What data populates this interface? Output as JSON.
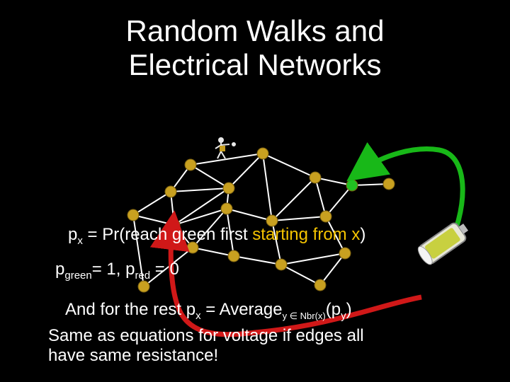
{
  "title": {
    "line1": "Random Walks and",
    "line2": "Electrical Networks"
  },
  "colors": {
    "background": "#000000",
    "node": "#c8a020",
    "green_node": "#22c022",
    "red_node": "#d01818",
    "green_arrow": "#18b818",
    "red_arrow": "#d01818",
    "text": "#ffffff",
    "highlight": "#f5c400"
  },
  "icons": [
    "walker-figure-icon",
    "battery-icon"
  ],
  "text": {
    "p_x_def": {
      "p": "p",
      "x_sub": "x",
      "eq": " = Pr(reach green first ",
      "highlight": "starting from x",
      "close": ")"
    },
    "boundary": {
      "p1": "p",
      "green_sub": "green",
      "mid": "= 1, p",
      "red_sub": "red",
      "end": " = 0"
    },
    "rest": {
      "lead": "And for the rest p",
      "x_sub": "x",
      "mid": " = Average",
      "y_sub": "y ∈ Nbr(x)",
      "end": "(p",
      "y_sub2": "y",
      "close": ")"
    },
    "conclusion_line1": "Same as equations for voltage if edges all",
    "conclusion_line2": "have same resistance!"
  }
}
